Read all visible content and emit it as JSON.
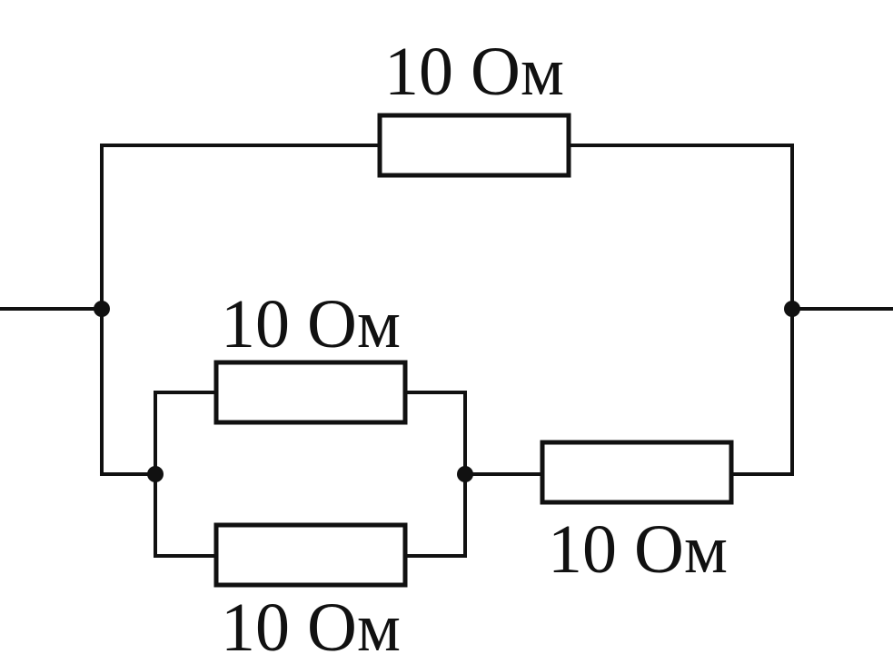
{
  "colors": {
    "ink": "#111111",
    "background": "#ffffff"
  },
  "resistors": {
    "top": {
      "label": "10 Ом"
    },
    "parallel_upper": {
      "label": "10 Ом"
    },
    "parallel_lower": {
      "label": "10 Ом"
    },
    "series_right": {
      "label": "10 Ом"
    }
  }
}
